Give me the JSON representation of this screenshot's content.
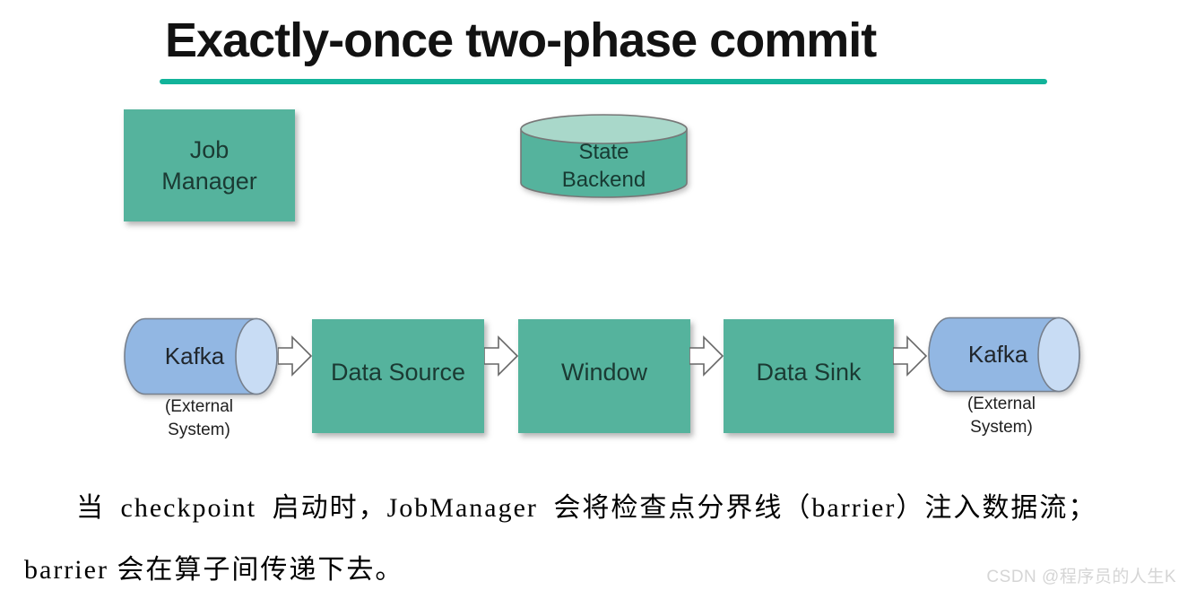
{
  "title": "Exactly-once two-phase commit",
  "nodes": {
    "job_manager": "Job\nManager",
    "state_backend": "State\nBackend",
    "kafka_left": "Kafka",
    "kafka_left_sub": "(External\nSystem)",
    "data_source": "Data Source",
    "window": "Window",
    "data_sink": "Data Sink",
    "kafka_right": "Kafka",
    "kafka_right_sub": "(External\nSystem)"
  },
  "paragraph": {
    "line1": "当 checkpoint 启动时，JobManager 会将检查点分界线（barrier）注入数据流；",
    "line2": "barrier 会在算子间传递下去。"
  },
  "watermark": "CSDN @程序员的人生K",
  "colors": {
    "accent_teal_underline": "#12b39a",
    "node_green": "#55b39d",
    "node_green_light_top": "#a9d8ca",
    "kafka_blue": "#92b7e3",
    "kafka_blue_light_cap": "#c8dcf4",
    "shape_stroke": "#777777",
    "watermark_gray": "#d5d5d5"
  }
}
